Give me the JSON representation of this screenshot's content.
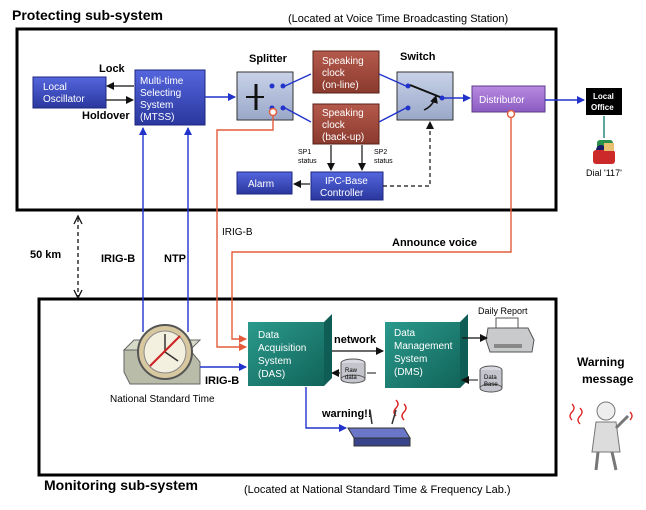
{
  "protecting": {
    "title": "Protecting sub-system",
    "location": "(Located at Voice Time Broadcasting Station)",
    "local_oscillator": [
      "Local",
      "Oscillator"
    ],
    "mtss": [
      "Multi-time",
      "Selecting",
      "System",
      "(MTSS)"
    ],
    "lock": "Lock",
    "holdover": "Holdover",
    "splitter": "Splitter",
    "clock_online": [
      "Speaking",
      "clock",
      "(on-line)"
    ],
    "clock_backup": [
      "Speaking",
      "clock",
      "(back-up)"
    ],
    "switch": "Switch",
    "distributor": "Distributor",
    "local_office": [
      "Local",
      "Office"
    ],
    "dial": "Dial '117'",
    "sp1": [
      "SP1",
      "status"
    ],
    "sp2": [
      "SP2",
      "status"
    ],
    "alarm": "Alarm",
    "ipc": [
      "IPC-Base",
      "Controller"
    ]
  },
  "links": {
    "distance": "50 km",
    "irig_b": "IRIG-B",
    "ntp": "NTP",
    "irig_b_red": "IRIG-B",
    "announce": "Announce voice",
    "network": "network"
  },
  "monitoring": {
    "title": "Monitoring sub-system",
    "location": "(Located at National Standard Time & Frequency Lab.)",
    "nst": "National Standard Time",
    "irig_b": "IRIG-B",
    "das": [
      "Data",
      "Acquisition",
      "System",
      "(DAS)"
    ],
    "dms": [
      "Data",
      "Management",
      "System",
      "(DMS)"
    ],
    "raw_data": [
      "Raw",
      "data"
    ],
    "database": [
      "Data",
      "Base"
    ],
    "daily_report": "Daily Report",
    "warning": "warning!!"
  },
  "warning_message": [
    "Warning",
    "message"
  ],
  "colors": {
    "blue_box": "#3a48b8",
    "maroon_box": "#a34a3c",
    "purple_box": "#9966cc",
    "teal_box": "#1a7f74",
    "blue_line": "#2233cc",
    "red_line": "#e35b3a"
  }
}
